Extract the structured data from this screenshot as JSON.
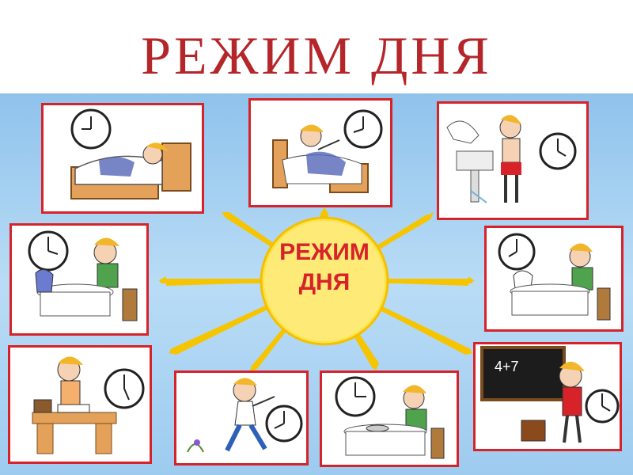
{
  "title": "РЕЖИМ ДНЯ",
  "center": {
    "line1": "РЕЖИМ",
    "line2": "ДНЯ"
  },
  "colors": {
    "frame": "#d8222a",
    "sun": "#fde34a",
    "rays": "#f7c400",
    "background": "#a9d2f3"
  },
  "cards": [
    {
      "scene": "sleeping-in-bed",
      "icons": [
        "clock-icon",
        "bed-icon"
      ]
    },
    {
      "scene": "waking-up",
      "icons": [
        "clock-icon",
        "bed-icon"
      ]
    },
    {
      "scene": "washing",
      "icons": [
        "clock-icon",
        "sink-icon"
      ]
    },
    {
      "scene": "breakfast",
      "icons": [
        "clock-icon",
        "table-icon"
      ]
    },
    {
      "scene": "tea-time",
      "icons": [
        "clock-icon",
        "teapot-icon"
      ]
    },
    {
      "scene": "homework",
      "icons": [
        "clock-icon",
        "desk-icon"
      ]
    },
    {
      "scene": "playing-outside",
      "icons": [
        "clock-icon",
        "flower-icon"
      ]
    },
    {
      "scene": "lunch",
      "icons": [
        "clock-icon",
        "table-icon"
      ]
    },
    {
      "scene": "school-lesson",
      "icons": [
        "clock-icon",
        "blackboard-icon"
      ]
    }
  ],
  "blackboard_text": "4+7"
}
